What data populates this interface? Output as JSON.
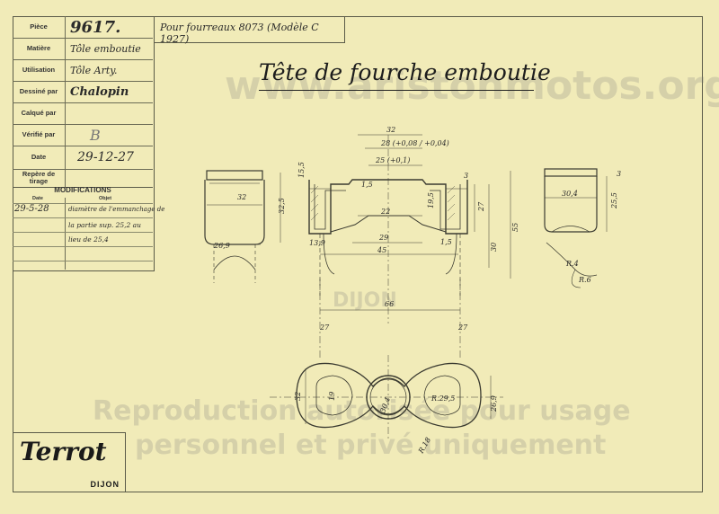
{
  "infobox": {
    "rows": [
      {
        "label": "Pièce",
        "value": "9617."
      },
      {
        "label": "Matière",
        "value": "Tôle emboutie"
      },
      {
        "label": "Utilisation",
        "value": "Tôle Arty."
      },
      {
        "label": "Dessiné par",
        "value": "Chalopin"
      },
      {
        "label": "Calqué par",
        "value": ""
      },
      {
        "label": "Vérifié par",
        "value": "B"
      },
      {
        "label": "Date",
        "value": "29-12-27"
      },
      {
        "label": "Repère de tirage",
        "value": ""
      }
    ],
    "modifications": {
      "title": "MODIFICATIONS",
      "col_date": "Date",
      "col_objet": "Objet",
      "entries": [
        {
          "date": "29-5-28",
          "lines": [
            "diamètre de l'emmanchage de",
            "la partie sup. 25,2 au",
            "lieu de 25,4"
          ]
        }
      ]
    }
  },
  "header": {
    "note": "Pour fourreaux 8073 (Modèle C 1927)"
  },
  "title": "Tête de fourche emboutie",
  "logo": {
    "name": "Terrot",
    "city": "DIJON"
  },
  "watermark": {
    "url": "www.aristonmotos.org",
    "line1": "Reproduction autorisée pour usage",
    "line2": "personnel et privé uniquement",
    "dijon": "DIJON"
  },
  "dimensions": {
    "left_view": {
      "w": "32",
      "h": "32,5",
      "bottom": "26,9"
    },
    "section": {
      "top": "32",
      "top2": "28 (+0,08 / +0,04)",
      "top3": "25 (+0,1)",
      "inner": "22",
      "mid": "29",
      "bottom": "45",
      "h1": "15,5",
      "h2": "19,5",
      "h3": "27",
      "h4": "30",
      "h5": "55",
      "r_left": "13,9",
      "gap": "1,5",
      "small1": "1,5",
      "small2": "3"
    },
    "right_view": {
      "w": "30,4",
      "h": "25,5",
      "r1": "R.4",
      "r2": "R.6",
      "top": "3"
    },
    "center": {
      "span": "66",
      "left": "27",
      "right": "27"
    },
    "plan": {
      "h": "32",
      "h2": "19",
      "dia": "30,4",
      "r": "R.29,5",
      "h3": "26,9",
      "r2": "R.18"
    }
  }
}
